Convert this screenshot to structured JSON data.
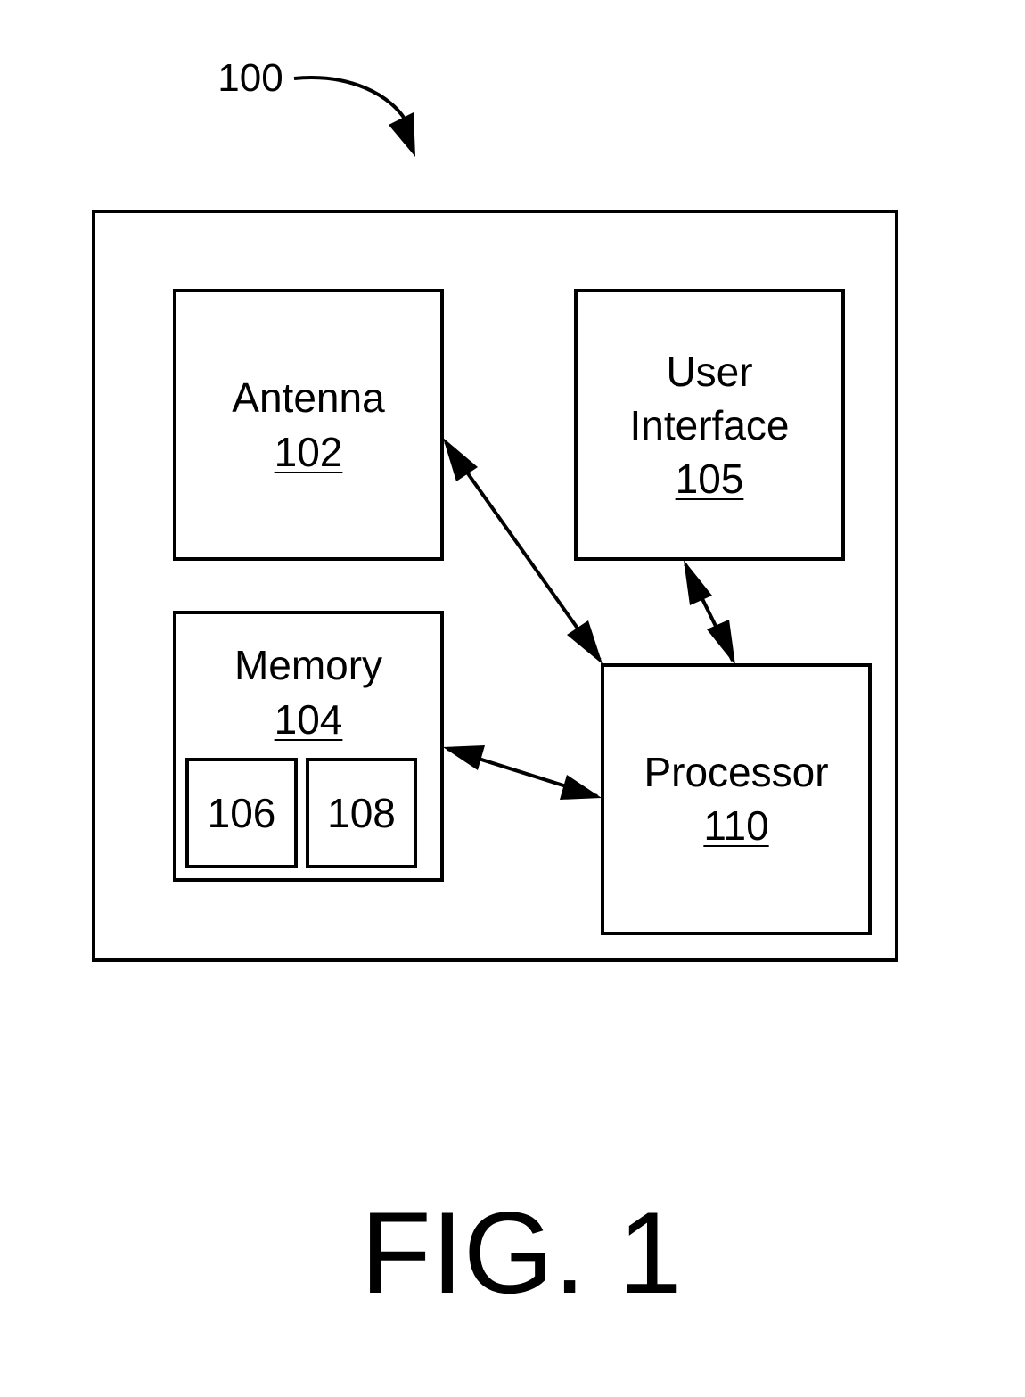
{
  "figure": {
    "reference": "100",
    "caption": "FIG. 1"
  },
  "blocks": {
    "antenna": {
      "name": "Antenna",
      "number": "102"
    },
    "user_interface": {
      "name_line1": "User",
      "name_line2": "Interface",
      "number": "105"
    },
    "memory": {
      "name": "Memory",
      "number": "104",
      "sub_a": "106",
      "sub_b": "108"
    },
    "processor": {
      "name": "Processor",
      "number": "110"
    }
  }
}
